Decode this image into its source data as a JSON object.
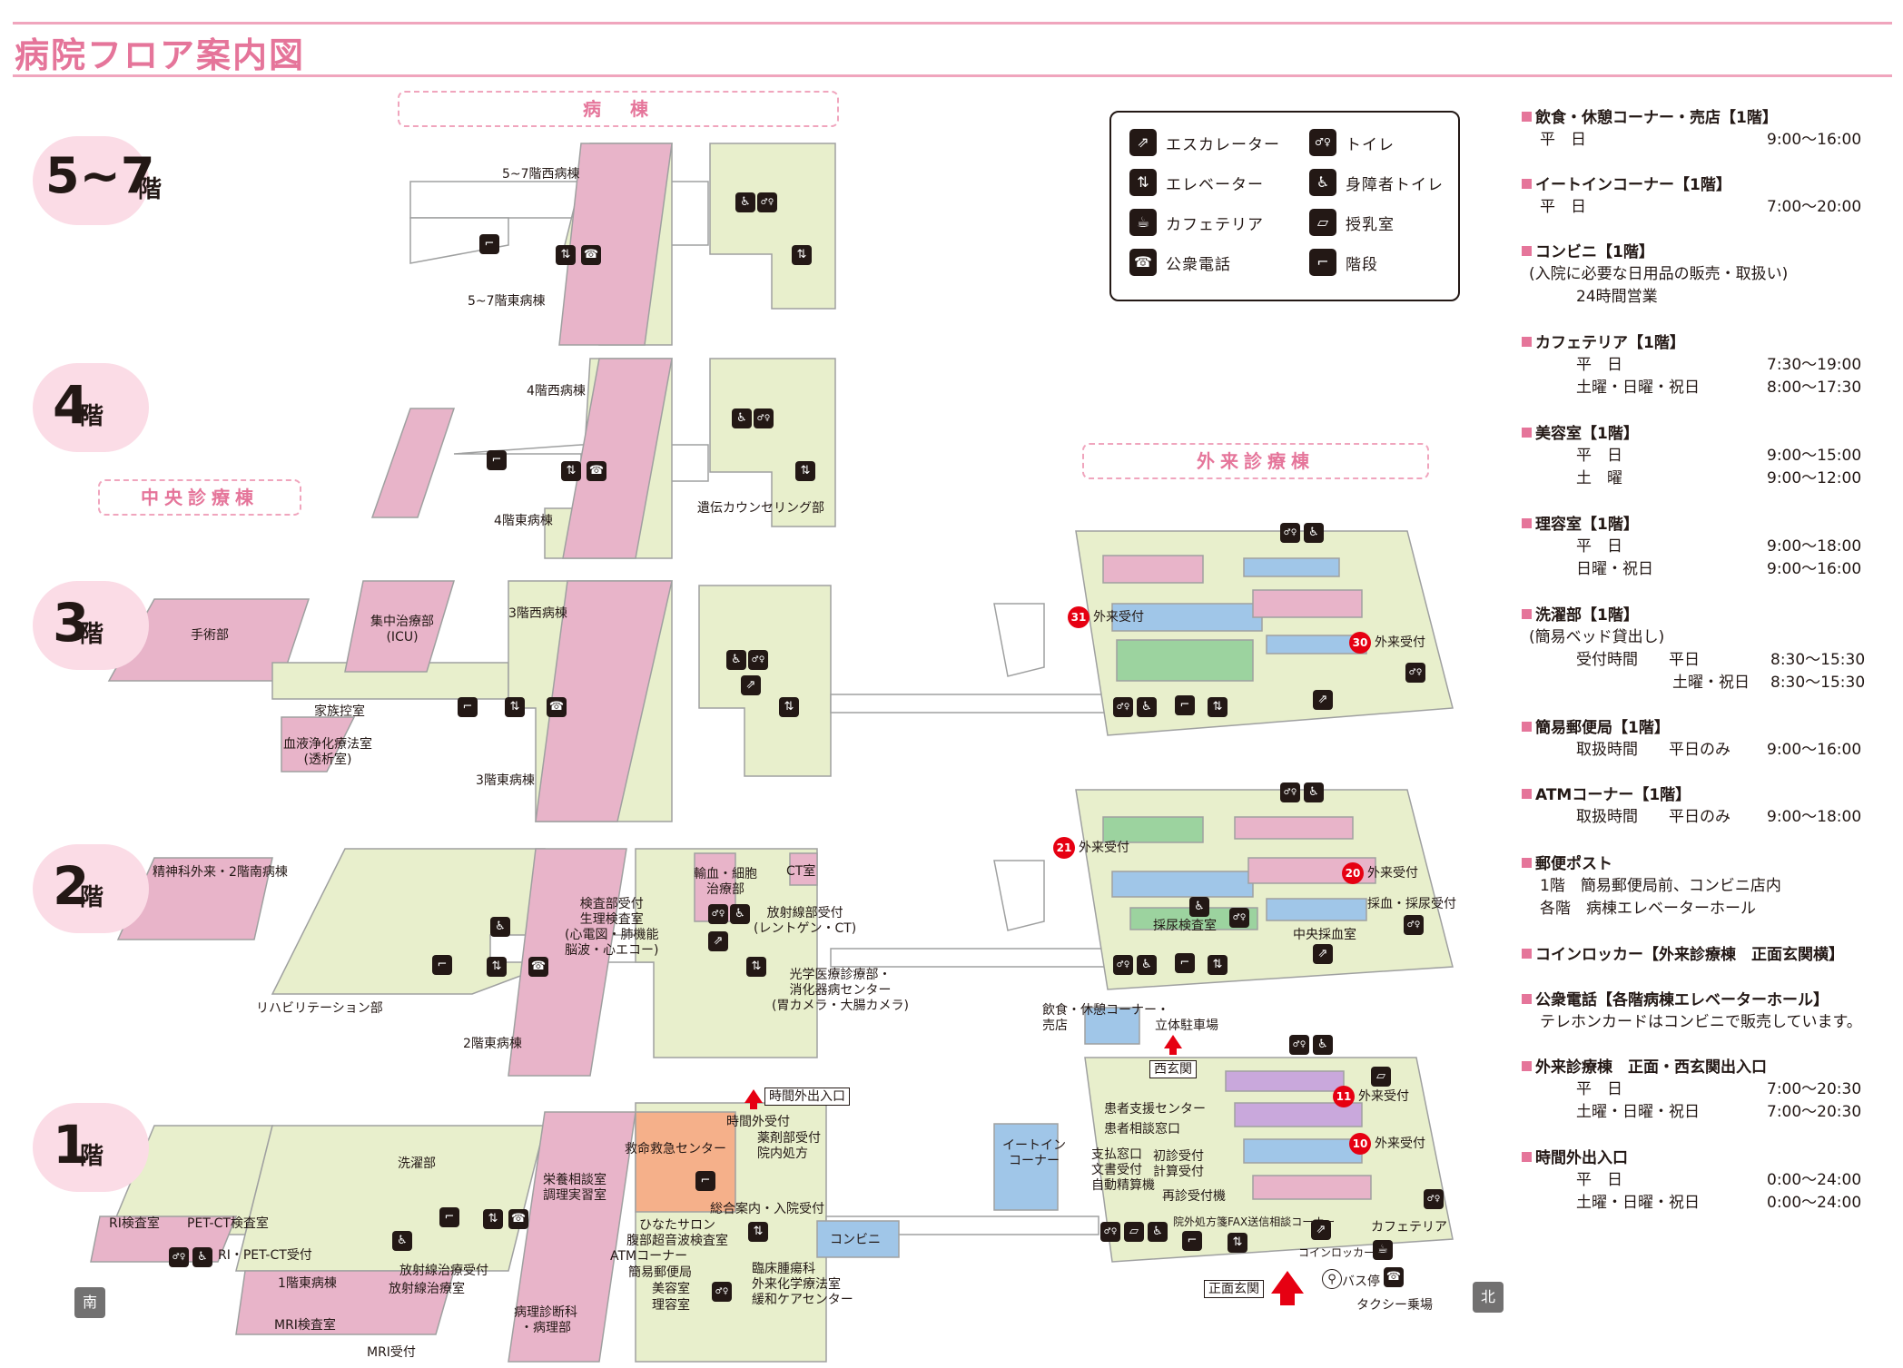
{
  "title": "病院フロア案内図",
  "floors": [
    {
      "big": "5~7",
      "small": "階"
    },
    {
      "big": "4",
      "small": "階"
    },
    {
      "big": "3",
      "small": "階"
    },
    {
      "big": "2",
      "small": "階"
    },
    {
      "big": "1",
      "small": "階"
    }
  ],
  "buildings": {
    "ward": "病　棟",
    "central": "中央診療棟",
    "outpatient": "外来診療棟"
  },
  "directions": {
    "south": "南",
    "north": "北"
  },
  "legend": [
    {
      "icon": "escalator-icon",
      "glyph": "⇗",
      "label": "エスカレーター"
    },
    {
      "icon": "toilet-icon",
      "glyph": "♂♀",
      "label": "トイレ"
    },
    {
      "icon": "elevator-icon",
      "glyph": "⇅",
      "label": "エレベーター"
    },
    {
      "icon": "accessible-toilet-icon",
      "glyph": "♿",
      "label": "身障者トイレ"
    },
    {
      "icon": "cafeteria-icon",
      "glyph": "☕",
      "label": "カフェテリア"
    },
    {
      "icon": "nursing-room-icon",
      "glyph": "▱",
      "label": "授乳室"
    },
    {
      "icon": "public-phone-icon",
      "glyph": "☎",
      "label": "公衆電話"
    },
    {
      "icon": "stairs-icon",
      "glyph": "⌐",
      "label": "階段"
    }
  ],
  "labels": {
    "f5_west": "5~7階西病棟",
    "f5_east": "5~7階東病棟",
    "f4_west": "4階西病棟",
    "f4_east": "4階東病棟",
    "f4_genetic": "遺伝カウンセリング部",
    "f3_surgery": "手術部",
    "f3_icu1": "集中治療部",
    "f3_icu2": "(ICU)",
    "f3_family": "家族控室",
    "f3_dialysis1": "血液浄化療法室",
    "f3_dialysis2": "(透析室)",
    "f3_west": "3階西病棟",
    "f3_east": "3階東病棟",
    "f3_reception31": "外来受付",
    "f3_reception30": "外来受付",
    "f2_psych": "精神科外来・2階南病棟",
    "f2_rehab": "リハビリテーション部",
    "f2_east": "2階東病棟",
    "f2_exam1": "検査部受付",
    "f2_exam2": "生理検査室",
    "f2_exam3": "(心電図・肺機能",
    "f2_exam4": "脳波・心エコー)",
    "f2_transfusion1": "輸血・細胞",
    "f2_transfusion2": "治療部",
    "f2_ct": "CT室",
    "f2_radiology1": "放射線部受付",
    "f2_radiology2": "(レントゲン・CT)",
    "f2_optical1": "光学医療診療部・",
    "f2_optical2": "消化器病センター",
    "f2_optical3": "(胃カメラ・大腸カメラ)",
    "f2_urine": "採尿検査室",
    "f2_blood": "中央採血室",
    "f2_urineblood": "採血・採尿受付",
    "f2_reception21": "外来受付",
    "f2_reception20": "外来受付",
    "f1_food1": "飲食・休憩コーナー・",
    "f1_food2": "売店",
    "f1_parking": "立体駐車場",
    "f1_laundry": "洗濯部",
    "f1_emergency": "救命救急センター",
    "f1_afterhours_recv": "時間外受付",
    "f1_pharmacy1": "薬剤部受付",
    "f1_pharmacy2": "院内処方",
    "f1_nutrition1": "栄養相談室",
    "f1_nutrition2": "調理実習室",
    "f1_ri": "RI検査室",
    "f1_pet": "PET-CT検査室",
    "f1_ripet": "RI・PET-CT受付",
    "f1_east": "1階東病棟",
    "f1_radiotherapy_recv": "放射線治療受付",
    "f1_radiotherapy": "放射線治療室",
    "f1_mri": "MRI検査室",
    "f1_mri_recv": "MRI受付",
    "f1_pathology1": "病理診断科",
    "f1_pathology2": "・病理部",
    "f1_info": "総合案内・入院受付",
    "f1_hinata1": "ひなたサロン",
    "f1_hinata2": "腹部超音波検査室",
    "f1_atm": "ATMコーナー",
    "f1_post": "簡易郵便局",
    "f1_beauty": "美容室",
    "f1_barber": "理容室",
    "f1_oncology1": "臨床腫瘍科",
    "f1_oncology2": "外来化学療法室",
    "f1_oncology3": "緩和ケアセンター",
    "f1_conbini": "コンビニ",
    "f1_eatin1": "イートイン",
    "f1_eatin2": "コーナー",
    "f1_support": "患者支援センター",
    "f1_consult": "患者相談窓口",
    "f1_pay1": "支払窓口",
    "f1_pay2": "文書受付",
    "f1_pay3": "自動精算機",
    "f1_first1": "初診受付",
    "f1_first2": "計算受付",
    "f1_revisit": "再診受付機",
    "f1_fax": "院外処方箋FAX送信相談コーナー",
    "f1_locker": "コインロッカー",
    "f1_cafe": "カフェテリア",
    "f1_bus": "バス停",
    "f1_taxi": "タクシー乗場",
    "f1_reception11": "外来受付",
    "f1_reception10": "外来受付",
    "f1_west_gate": "西玄関",
    "f1_main_gate": "正面玄関",
    "f1_afterhours_gate": "時間外出入口"
  },
  "reception_numbers": [
    "31",
    "30",
    "21",
    "20",
    "11",
    "10"
  ],
  "info": [
    {
      "h": "飲食・休憩コーナー・売店【1階】",
      "rows": [
        {
          "a": "平　日",
          "t": "9:00～16:00"
        }
      ]
    },
    {
      "h": "イートインコーナー【1階】",
      "rows": [
        {
          "a": "平　日",
          "t": "7:00～20:00"
        }
      ]
    },
    {
      "h": "コンビニ【1階】",
      "rows": [
        {
          "note": "(入院に必要な日用品の販売・取扱い)"
        },
        {
          "a": "24時間営業"
        }
      ]
    },
    {
      "h": "カフェテリア【1階】",
      "rows": [
        {
          "a": "平　日",
          "t": "7:30～19:00"
        },
        {
          "a": "土曜・日曜・祝日",
          "t": "8:00～17:30"
        }
      ]
    },
    {
      "h": "美容室【1階】",
      "rows": [
        {
          "a": "平　日",
          "t": "9:00～15:00"
        },
        {
          "a": "土　曜",
          "t": "9:00～12:00"
        }
      ]
    },
    {
      "h": "理容室【1階】",
      "rows": [
        {
          "a": "平　日",
          "t": "9:00～18:00"
        },
        {
          "a": "日曜・祝日",
          "t": "9:00～16:00"
        }
      ]
    },
    {
      "h": "洗濯部【1階】",
      "rows": [
        {
          "note": "(簡易ベッド貸出し)"
        },
        {
          "a": "受付時間",
          "b": "平日",
          "t": "8:30～15:30"
        },
        {
          "b": "土曜・祝日",
          "t": "8:30～15:30"
        }
      ]
    },
    {
      "h": "簡易郵便局【1階】",
      "rows": [
        {
          "a": "取扱時間",
          "b": "平日のみ",
          "t": "9:00～16:00"
        }
      ]
    },
    {
      "h": "ATMコーナー【1階】",
      "rows": [
        {
          "a": "取扱時間",
          "b": "平日のみ",
          "t": "9:00～18:00"
        }
      ]
    },
    {
      "h": "郵便ポスト",
      "rows": [
        {
          "note": "1階　簡易郵便局前、コンビニ店内"
        },
        {
          "note": "各階　病棟エレベーターホール"
        }
      ]
    },
    {
      "h": "コインロッカー【外来診療棟　正面玄関横】",
      "rows": []
    },
    {
      "h": "公衆電話【各階病棟エレベーターホール】",
      "rows": [
        {
          "note": "テレホンカードはコンビニで販売しています。"
        }
      ]
    },
    {
      "h": "外来診療棟　正面・西玄関出入口",
      "rows": [
        {
          "a": "平　日",
          "t": "7:00～20:30"
        },
        {
          "a": "土曜・日曜・祝日",
          "t": "7:00～20:30"
        }
      ]
    },
    {
      "h": "時間外出入口",
      "rows": [
        {
          "a": "平　日",
          "t": "0:00～24:00"
        },
        {
          "a": "土曜・日曜・祝日",
          "t": "0:00～24:00"
        }
      ]
    }
  ],
  "colors": {
    "accent": "#e5759a",
    "ward": "#e8b4c9",
    "floor": "#e8efcc",
    "blue": "#a0c6e8",
    "green": "#9cd39f",
    "orange": "#f5b08a",
    "purple": "#c9a8dc"
  }
}
